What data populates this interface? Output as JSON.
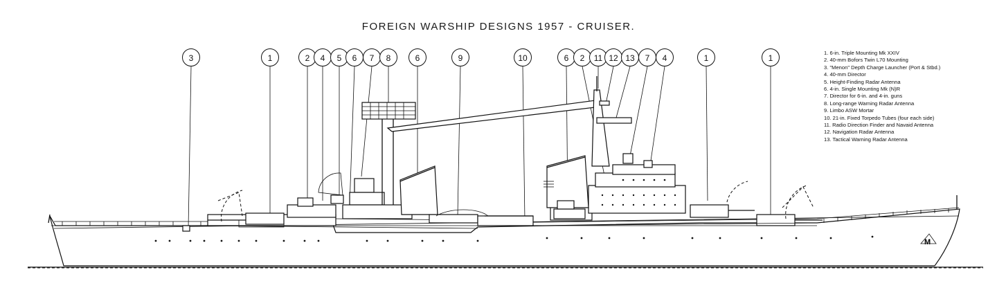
{
  "title": "FOREIGN WARSHIP DESIGNS 1957 - CRUISER.",
  "callouts": [
    {
      "label": "3",
      "key": 3
    },
    {
      "label": "1",
      "key": 1
    },
    {
      "label": "2",
      "key": 2
    },
    {
      "label": "4",
      "key": 4
    },
    {
      "label": "5",
      "key": 5
    },
    {
      "label": "6",
      "key": 6
    },
    {
      "label": "7",
      "key": 7
    },
    {
      "label": "8",
      "key": 8
    },
    {
      "label": "6",
      "key": 6
    },
    {
      "label": "9",
      "key": 9
    },
    {
      "label": "10",
      "key": 10
    },
    {
      "label": "6",
      "key": 6
    },
    {
      "label": "2",
      "key": 2
    },
    {
      "label": "11",
      "key": 11
    },
    {
      "label": "12",
      "key": 12
    },
    {
      "label": "13",
      "key": 13
    },
    {
      "label": "7",
      "key": 7
    },
    {
      "label": "4",
      "key": 4
    },
    {
      "label": "1",
      "key": 1
    },
    {
      "label": "1",
      "key": 1
    }
  ],
  "legend": [
    "1.  6-in. Triple Mounting Mk XXIV",
    "2.  40-mm Bofors Twin L70 Mounting",
    "3.  \"Menon\" Depth Charge Launcher (Port & Stbd.)",
    "4.  40-mm Director",
    "5.  Height-Finding Radar Antenna",
    "6.  4-in. Single Mounting Mk (N)R",
    "7.  Director for 6-in. and 4-in. guns",
    "8.  Long-range Warning Radar Antenna",
    "9.  Limbo ASW Mortar",
    "10. 21-in. Fixed Torpedo Tubes (four each side)",
    "11. Radio Direction Finder and Navaid Antenna",
    "12. Navigation Radar Antenna",
    "13. Tactical Warning Radar Antenna"
  ],
  "hull_emblem": "M",
  "icons": {
    "callout_marker": "circle-number",
    "ship": "cruiser-side-elevation"
  }
}
